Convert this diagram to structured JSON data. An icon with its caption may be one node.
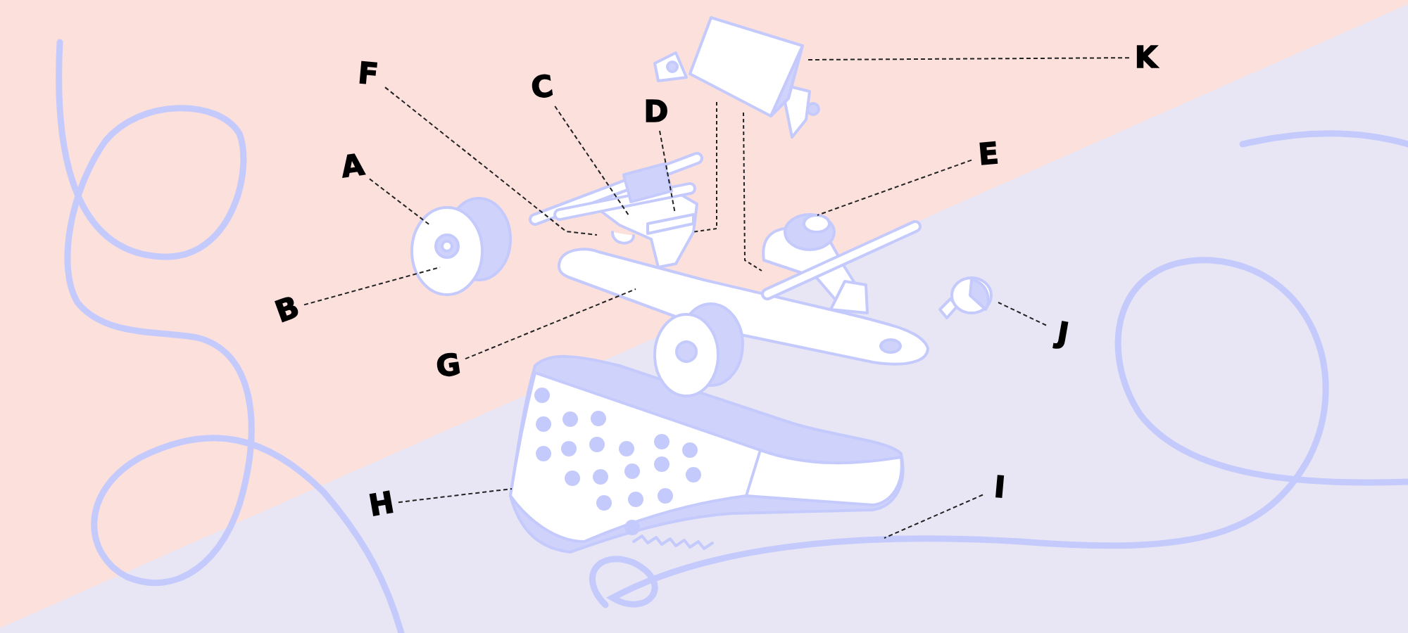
{
  "diagram": {
    "nodes": [
      {
        "text": [
          "A"
        ]
      },
      {
        "text": [
          "B"
        ]
      },
      {
        "text": [
          "C"
        ]
      },
      {
        "text": [
          "D"
        ]
      },
      {
        "text": [
          "E"
        ]
      },
      {
        "text": [
          "F"
        ]
      },
      {
        "text": [
          "G"
        ]
      },
      {
        "text": [
          "H"
        ]
      },
      {
        "text": [
          "I"
        ]
      },
      {
        "text": [
          "J"
        ]
      },
      {
        "text": [
          "K"
        ]
      }
    ],
    "edges": [
      {
        "from": 0,
        "to": null,
        "arrow": "none",
        "style": "dashed"
      },
      {
        "from": 1,
        "to": null,
        "arrow": "none",
        "style": "dashed"
      },
      {
        "from": 2,
        "to": null,
        "arrow": "none",
        "style": "dashed"
      },
      {
        "from": 3,
        "to": null,
        "arrow": "none",
        "style": "dashed"
      },
      {
        "from": 4,
        "to": null,
        "arrow": "none",
        "style": "dashed"
      },
      {
        "from": 5,
        "to": null,
        "arrow": "none",
        "style": "dashed"
      },
      {
        "from": 6,
        "to": null,
        "arrow": "none",
        "style": "dashed"
      },
      {
        "from": 7,
        "to": null,
        "arrow": "none",
        "style": "dashed"
      },
      {
        "from": 8,
        "to": null,
        "arrow": "none",
        "style": "dashed"
      },
      {
        "from": 9,
        "to": null,
        "arrow": "none",
        "style": "dashed"
      },
      {
        "from": 10,
        "to": null,
        "arrow": "none",
        "style": "dashed"
      }
    ]
  }
}
